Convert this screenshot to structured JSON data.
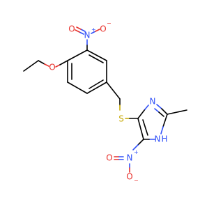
{
  "molecule": {
    "atoms": {
      "o_ethoxy": "O",
      "n_nitro_top": "N",
      "n_nitro_top_charge": "+",
      "o_nitro_top_double": "O",
      "o_nitro_top_single": "O",
      "o_nitro_top_charge": "−",
      "s_thioether": "S",
      "n_imidazole_top": "N",
      "n_imidazole_nh": "N",
      "h_imidazole_nh": "H",
      "n_nitro_bottom": "N",
      "n_nitro_bottom_charge": "+",
      "o_nitro_bottom_double": "O",
      "o_nitro_bottom_single": "O",
      "o_nitro_bottom_charge": "−"
    }
  },
  "colors": {
    "carbon_bond": "#000000",
    "oxygen": "#e8312c",
    "nitrogen": "#3050f8",
    "sulfur": "#c6a800"
  }
}
